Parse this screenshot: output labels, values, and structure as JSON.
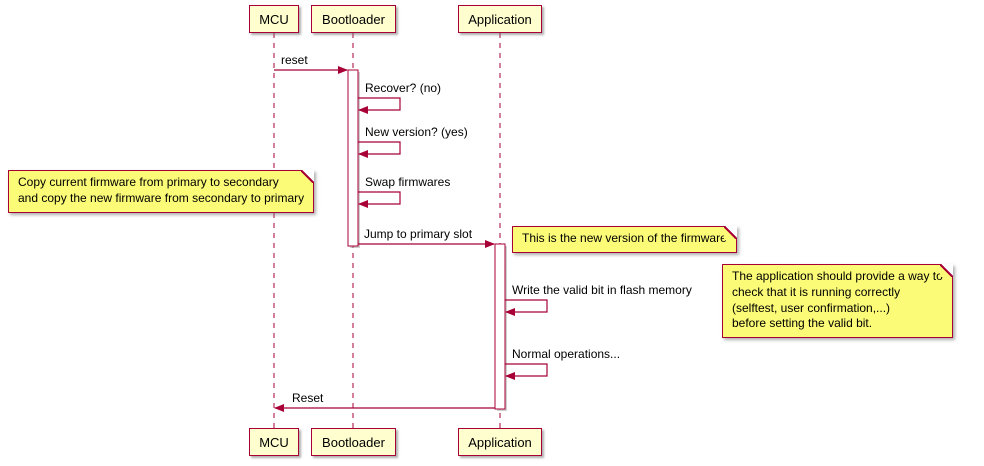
{
  "participants": [
    "MCU",
    "Bootloader",
    "Application"
  ],
  "messages": {
    "reset": "reset",
    "recover": "Recover? (no)",
    "new_version": "New version? (yes)",
    "swap": "Swap firmwares",
    "jump": "Jump to primary slot",
    "write_valid_bit": "Write the valid bit in flash memory",
    "normal_operations": "Normal operations...",
    "reset_back": "Reset"
  },
  "notes": {
    "copy_firmware": "Copy current firmware from primary to secondary\nand copy the new firmware from secondary to primary",
    "new_version_note": "This is the new version of the firmware",
    "valid_bit_note": "The application should provide a way to\ncheck that it is running correctly\n(selftest, user confirmation,...)\nbefore setting the valid bit."
  },
  "colors": {
    "accent": "#A80036",
    "participant_fill": "#FEFECE",
    "note_fill": "#FBFB77"
  }
}
